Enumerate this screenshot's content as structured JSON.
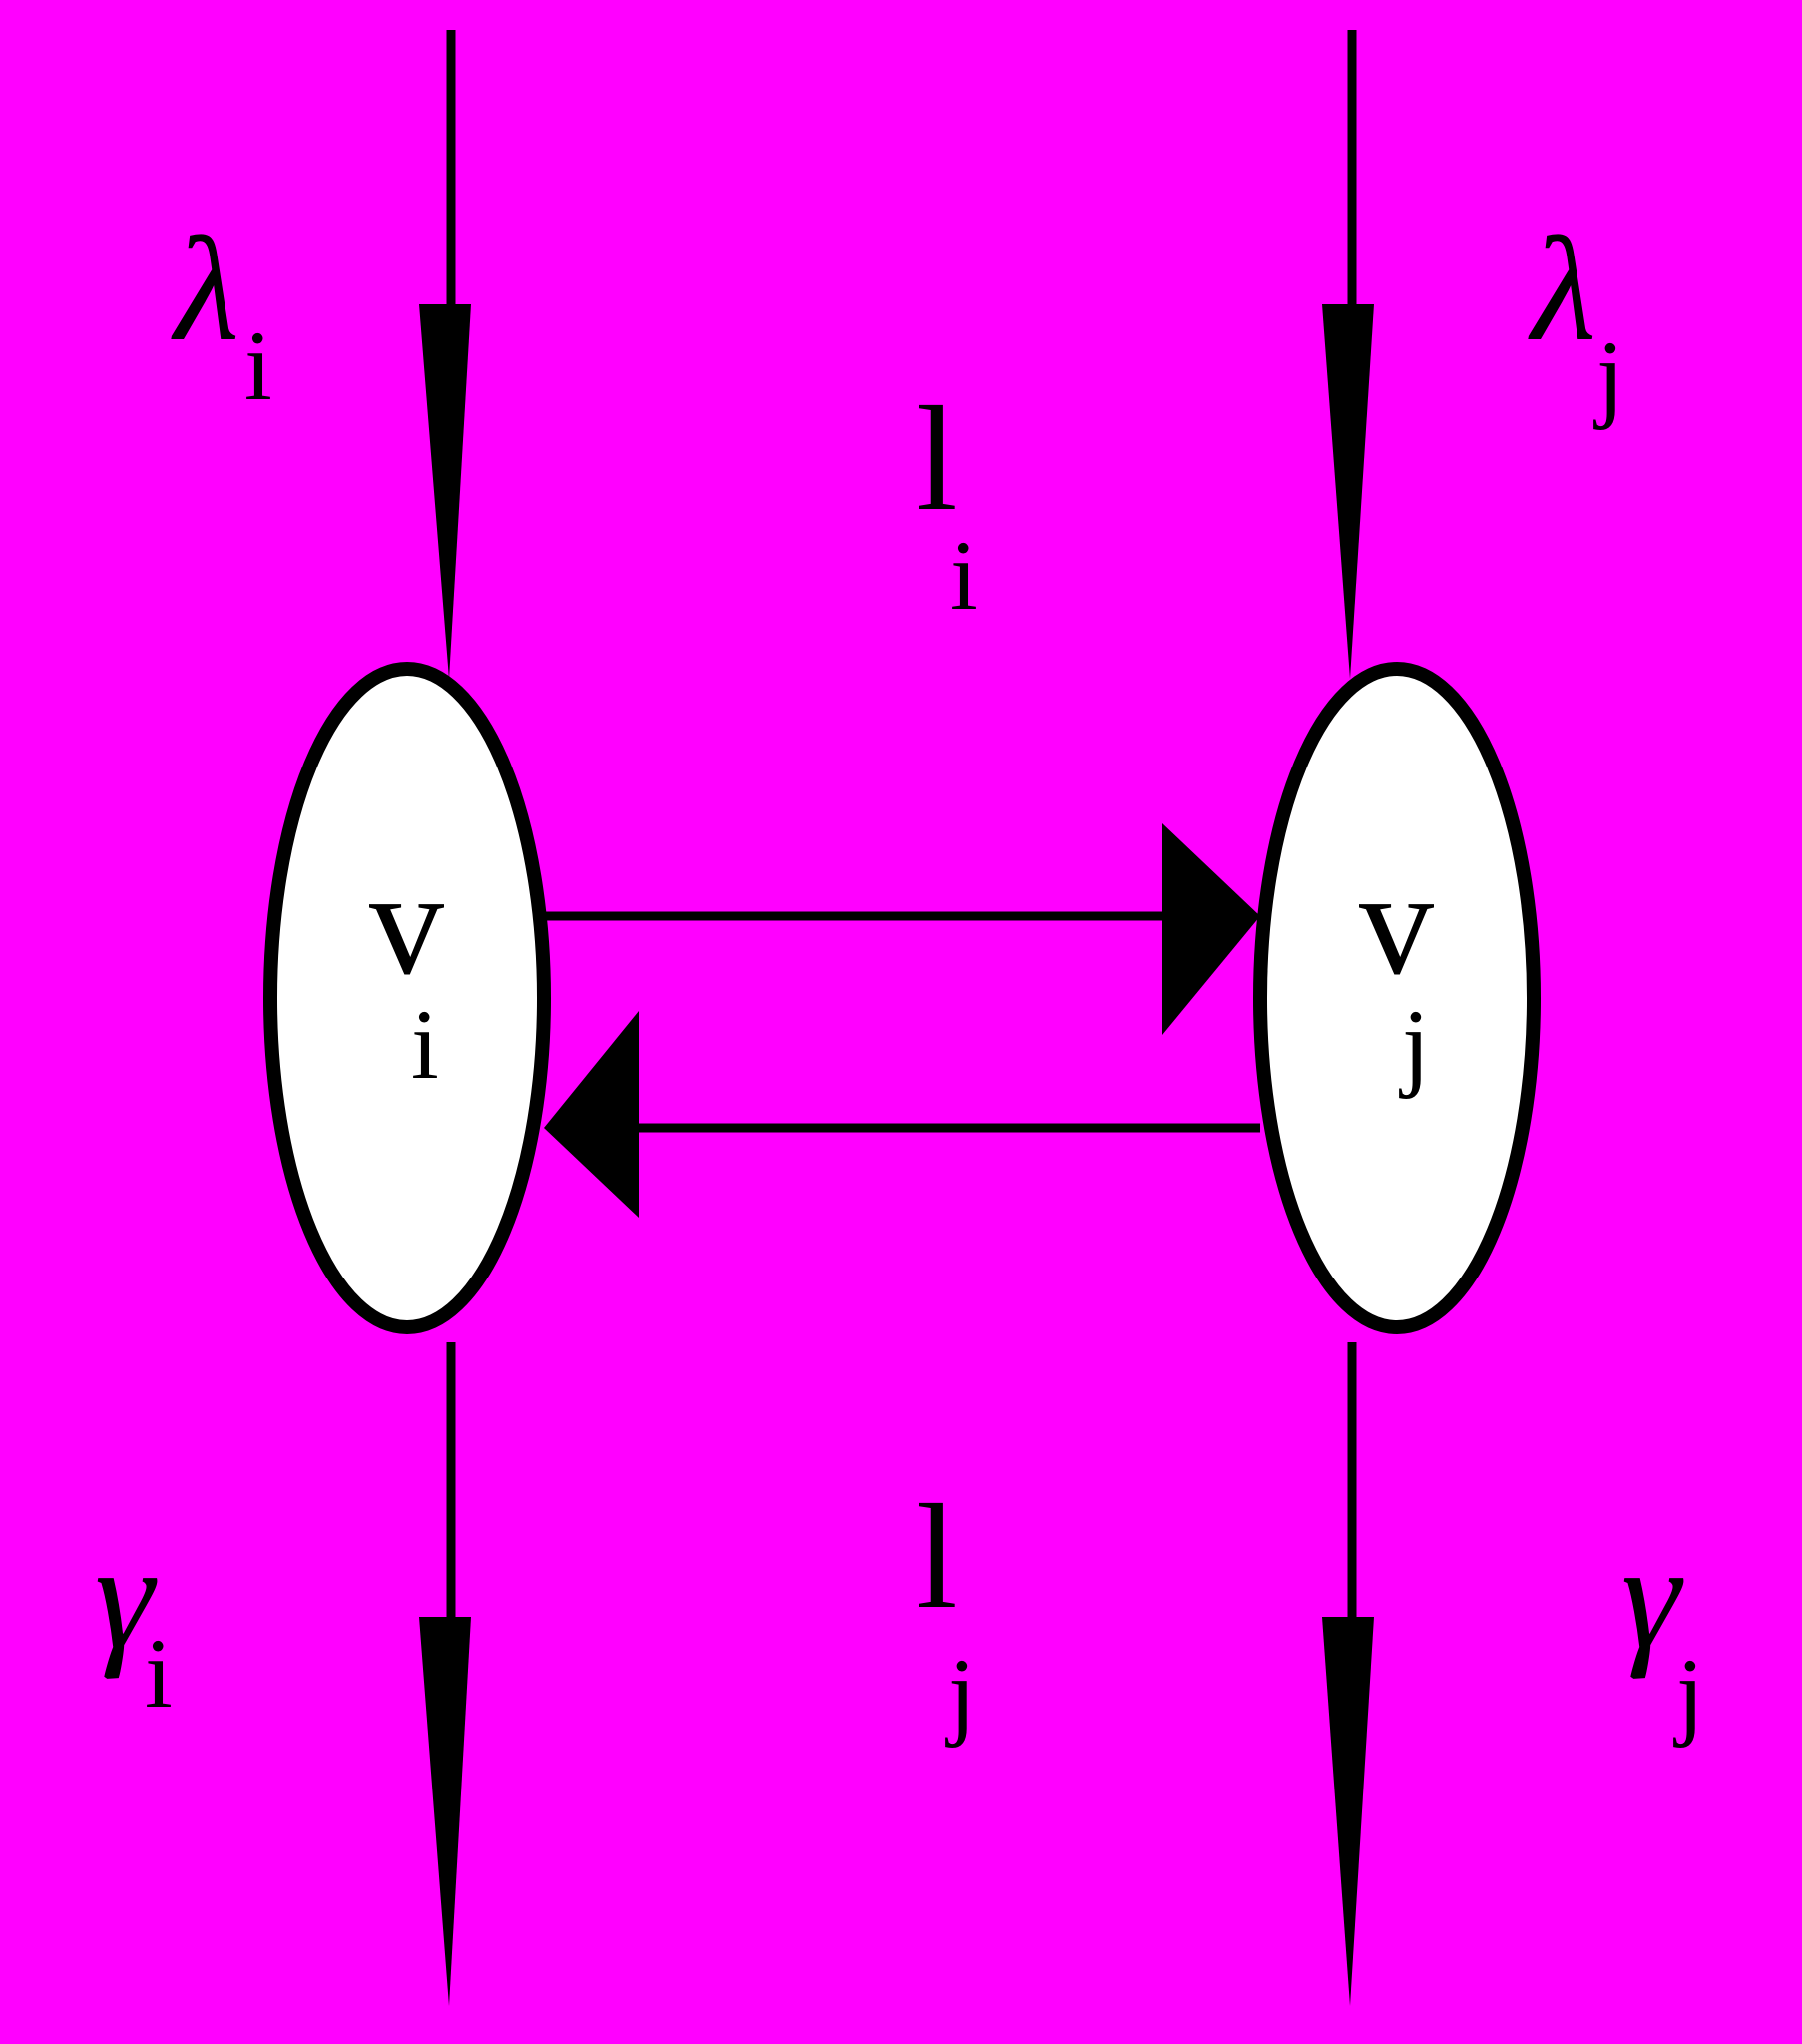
{
  "colors": {
    "background": "#ff00ff",
    "stroke": "#000000",
    "node_fill": "#ffffff"
  },
  "nodes": [
    {
      "id": "i",
      "label": "v",
      "subscript": "i"
    },
    {
      "id": "j",
      "label": "v",
      "subscript": "j"
    }
  ],
  "labels": {
    "lambda_i": {
      "symbol": "λ",
      "subscript": "i"
    },
    "lambda_j": {
      "symbol": "λ",
      "subscript": "j"
    },
    "gamma_i": {
      "symbol": "γ",
      "subscript": "i"
    },
    "gamma_j": {
      "symbol": "γ",
      "subscript": "j"
    },
    "l_i": {
      "symbol": "l",
      "subscript": "i"
    },
    "l_j": {
      "symbol": "l",
      "subscript": "j"
    }
  }
}
